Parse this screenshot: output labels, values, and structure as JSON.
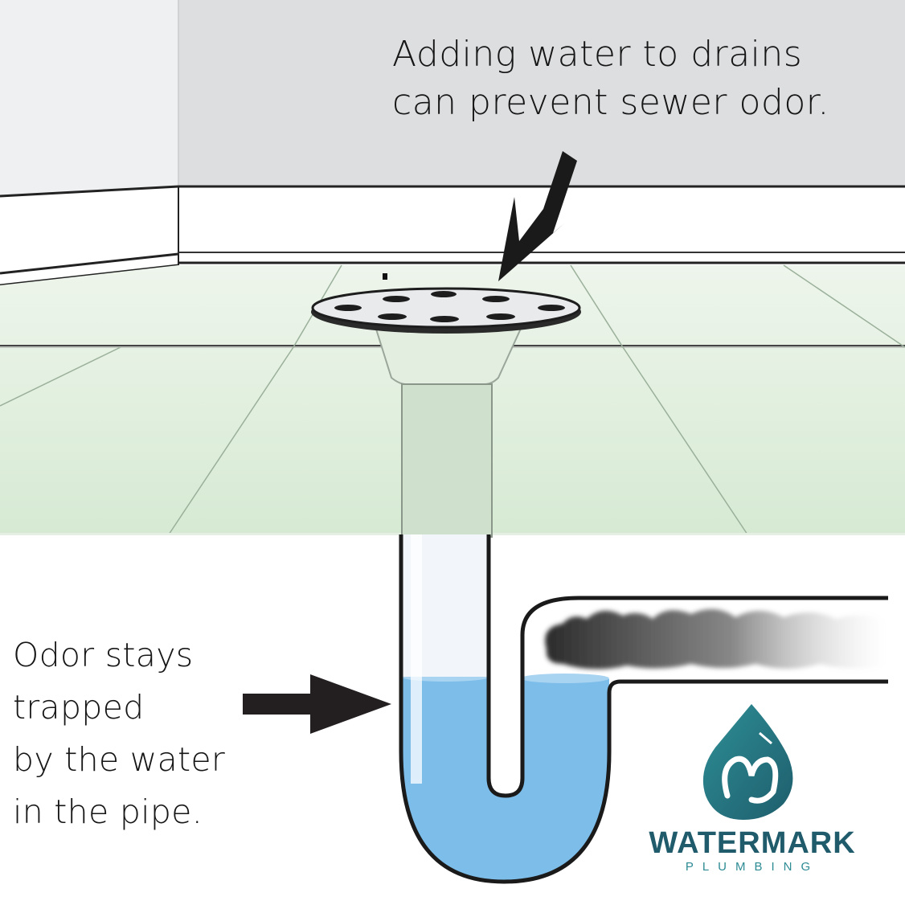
{
  "captions": {
    "top_line1": "Adding water to drains",
    "top_line2": "can prevent sewer odor.",
    "left_line1": "Odor stays",
    "left_line2": "trapped",
    "left_line3": "by the water",
    "left_line4": "in the pipe."
  },
  "brand": {
    "name": "WATERMARK",
    "subtitle": "PLUMBING",
    "primary_color": "#1f5b6b",
    "accent_color": "#2d8b94"
  },
  "colors": {
    "wall": "#dfe1e3",
    "floor": "#dcebd8",
    "water": "#7dbde9",
    "odor": "#3a3a3a",
    "outline": "#1a1a1a"
  },
  "icons": {
    "top_arrow": "arrow-down-left-icon",
    "left_arrow": "arrow-right-icon",
    "logo": "water-drop-logo-icon"
  }
}
